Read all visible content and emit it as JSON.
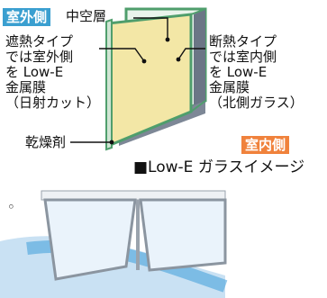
{
  "labels": {
    "outdoor_side": "室外側",
    "hollow_layer": "中空層",
    "shield_type": "遮熱タイプ\nでは室外側\nを Low-E\n金属膜\n（日射カット）",
    "insulation_type": "断熱タイプ\nでは室内側\nを Low-E\n金属膜\n（北側ガラス）",
    "desiccant": "乾燥剤",
    "indoor_side": "室内側",
    "image_caption": "■Low-E ガラスイメージ",
    "bullet": "◦"
  },
  "colors": {
    "outdoor_tag": "#3a9fd0",
    "indoor_tag": "#f0823c",
    "glass_edge": "#4f9e6c",
    "low_e_film": "#f3e7a6",
    "spacer": "#6b7686",
    "window_flow": "#4aa3dc"
  }
}
